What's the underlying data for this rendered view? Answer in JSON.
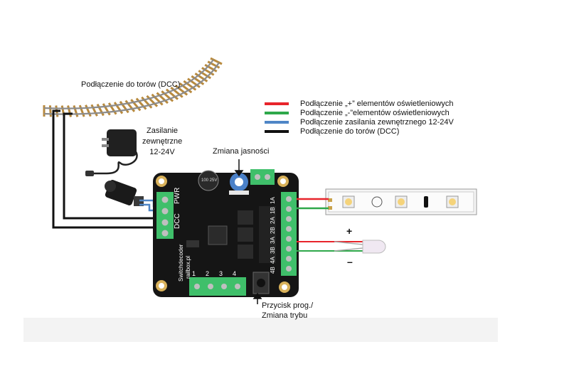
{
  "labels": {
    "track": "Podłączenie do torów (DCC)",
    "psu_line1": "Zasilanie",
    "psu_line2": "zewnętrzne",
    "psu_line3": "12-24V",
    "brightness": "Zmiana jasności",
    "button_line1": "Przycisk prog./",
    "button_line2": "Zmiana trybu",
    "plus": "+",
    "minus": "–"
  },
  "legend": [
    {
      "color": "#e8242b",
      "text": "Podłączenie „+” elementów oświetleniowych"
    },
    {
      "color": "#2ea84a",
      "text": "Podłączenie „-”elementów oświetleniowych"
    },
    {
      "color": "#4f86c6",
      "text": "Podłączenie zasilania zewnętrznego 12-24V"
    },
    {
      "color": "#111111",
      "text": "Podłączenie do torów (DCC)"
    }
  ],
  "board": {
    "pwr": "PWR",
    "dcc": "DCC",
    "brand_line1": "Switchdecoder",
    "brand_line2": "railbox.pl",
    "bottom_pins": [
      "1",
      "2",
      "3",
      "4"
    ],
    "right_pins": [
      "1A",
      "1B",
      "2A",
      "2B",
      "3A",
      "3B",
      "4A",
      "4B"
    ],
    "pot_text": "100 25V"
  },
  "colors": {
    "board": "#151515",
    "terminal": "#3fbf6a",
    "copper": "#b88a3e",
    "wire_red": "#e8242b",
    "wire_green": "#2ea84a",
    "wire_blue": "#4f86c6",
    "wire_black": "#111111"
  }
}
